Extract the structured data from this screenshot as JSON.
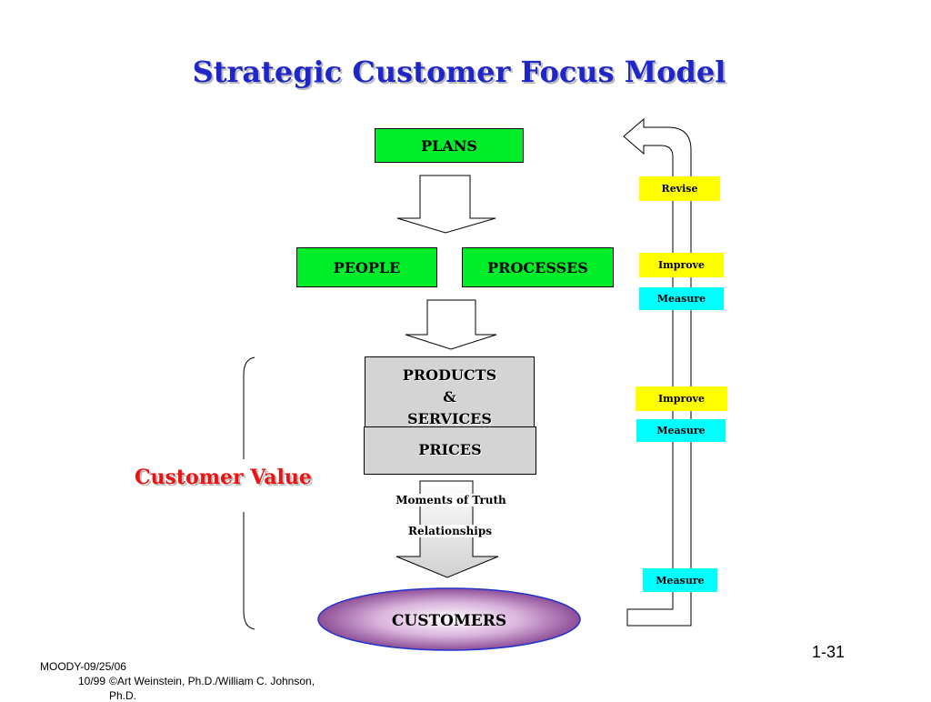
{
  "title": "Strategic Customer Focus Model",
  "boxes": {
    "plans": "PLANS",
    "people": "PEOPLE",
    "processes": "PROCESSES",
    "products_line1": "PRODUCTS",
    "products_line2": "&",
    "products_line3": "SERVICES",
    "prices": "PRICES",
    "customers": "CUSTOMERS"
  },
  "flow_labels": {
    "moments": "Moments of Truth",
    "relationships": "Relationships"
  },
  "side_tags": {
    "revise": "Revise",
    "improve_1": "Improve",
    "measure_1": "Measure",
    "improve_2": "Improve",
    "measure_2": "Measure",
    "measure_3": "Measure"
  },
  "customer_value": "Customer Value",
  "footer": {
    "line1": "MOODY-09/25/06",
    "line2": "10/99",
    "line3": "©Art Weinstein, Ph.D./William C. Johnson,",
    "line4": "Ph.D.",
    "page": "1-31"
  },
  "colors": {
    "title": "#1f26c9",
    "green_box": "#00ee2a",
    "yellow_tag": "#ffff00",
    "cyan_tag": "#00ffff",
    "customer_value": "#ee1111",
    "customers_ellipse": "#9a5fa4"
  }
}
